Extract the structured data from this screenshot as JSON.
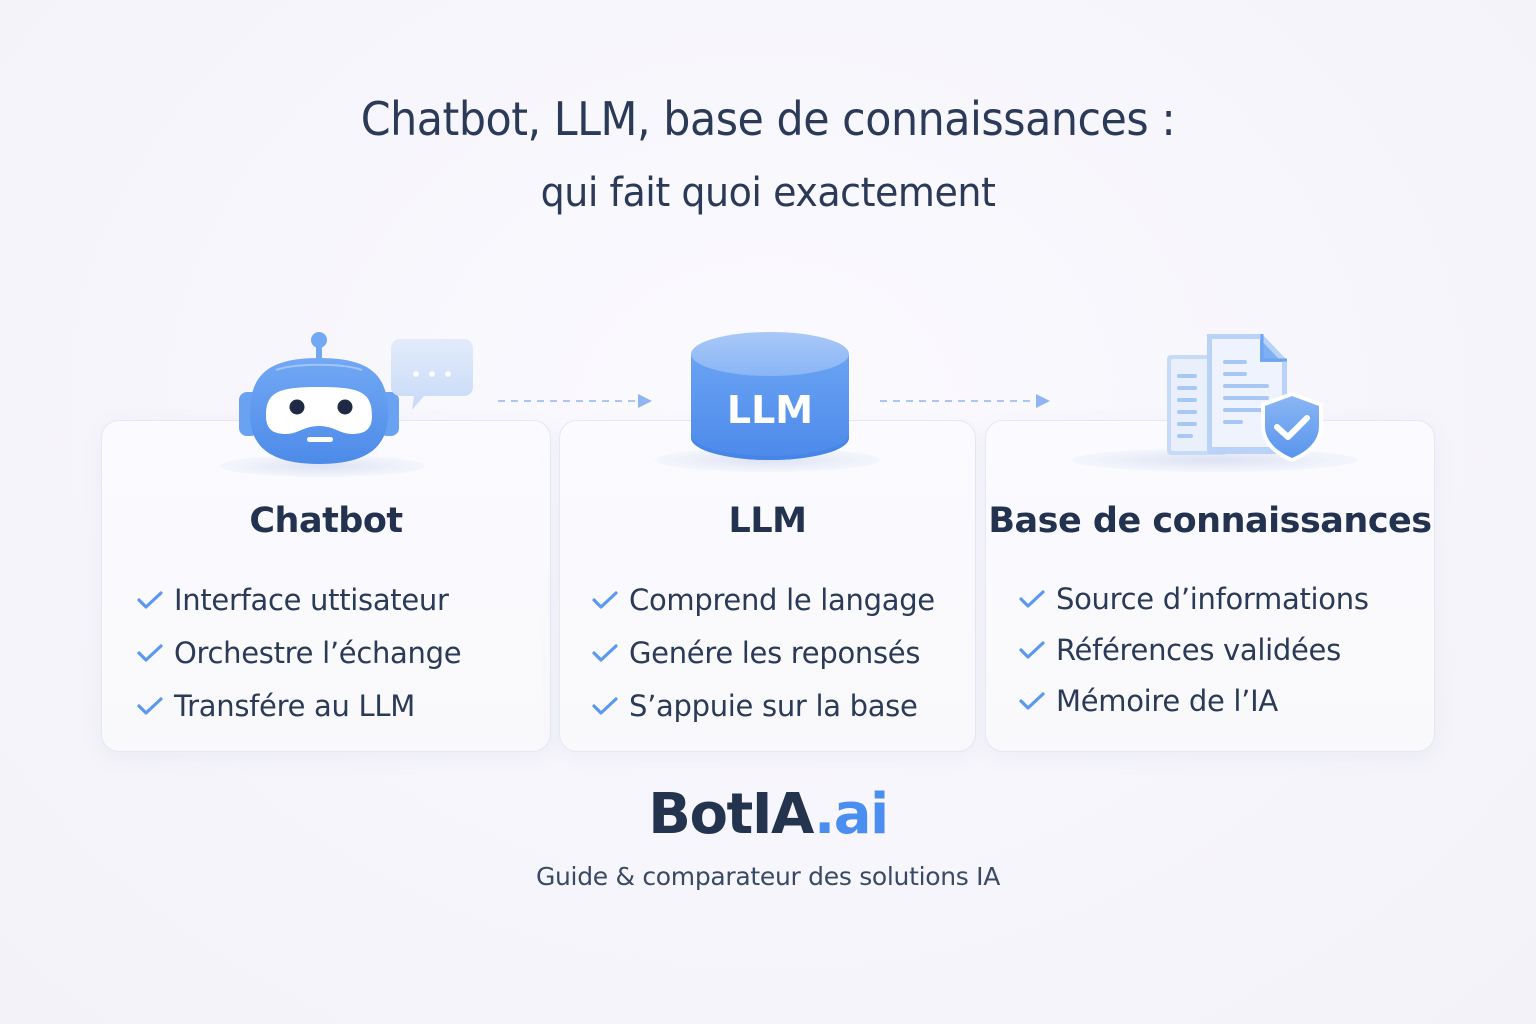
{
  "header": {
    "title": "Chatbot, LLM, base de connaissances :",
    "subtitle": "qui fait quoi exactement"
  },
  "colors": {
    "accent": "#4a8ef0",
    "text": "#24344f",
    "icon_blue": "#5b98ef",
    "card_border": "#e4e8f3"
  },
  "cards": [
    {
      "title": "Chatbot",
      "icon": "robot-icon",
      "items": [
        "Interface uttisateur",
        "Orchestre l’échange",
        "Transfére au LLM"
      ]
    },
    {
      "title": "LLM",
      "icon": "database-cylinder-icon",
      "icon_label": "LLM",
      "items": [
        "Comprend le langage",
        "Genére les reponsés",
        "S’appuie sur la base"
      ]
    },
    {
      "title": "Base de connaissances",
      "icon": "documents-shield-icon",
      "items": [
        "Source d’informations",
        "Références validées",
        "Mémoire de l’IA"
      ]
    }
  ],
  "footer": {
    "brand_main": "BotIA",
    "brand_accent": ".ai",
    "tagline": "Guide & comparateur des solutions IA"
  }
}
